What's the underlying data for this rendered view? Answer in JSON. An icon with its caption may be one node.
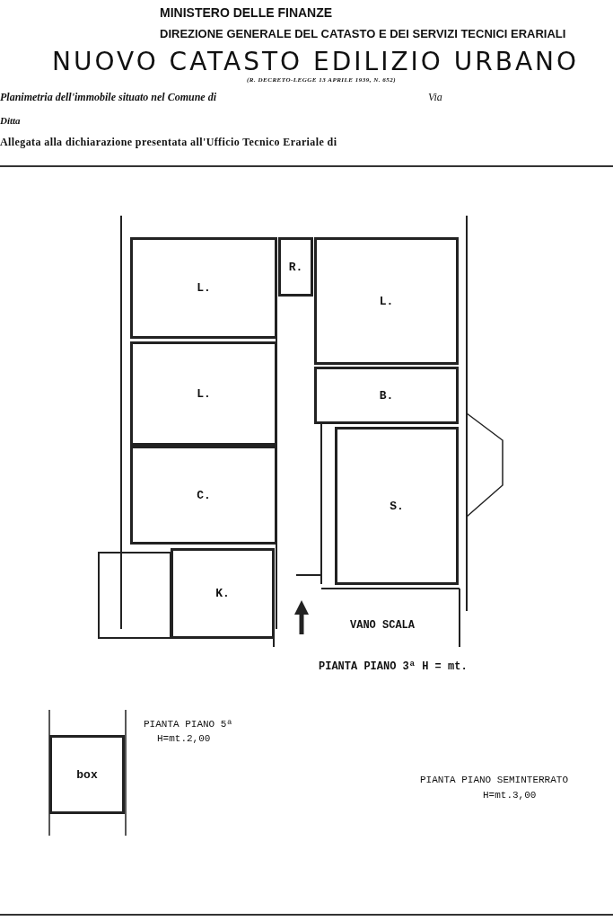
{
  "diagram": {
    "title": "NUOVO CATASTO EDILIZIO URBANO",
    "nodes": [
      {
        "text": [
          "L."
        ]
      },
      {
        "text": [
          "R."
        ]
      },
      {
        "text": [
          "L."
        ]
      },
      {
        "text": [
          "L."
        ]
      },
      {
        "text": [
          "B."
        ]
      },
      {
        "text": [
          "C."
        ]
      },
      {
        "text": [
          "S."
        ]
      },
      {
        "text": [
          "K."
        ]
      },
      {
        "text": [
          "box"
        ]
      }
    ],
    "labels": [
      "MINISTERO DELLE FINANZE",
      "DIREZIONE GENERALE DEL CATASTO E DEI SERVIZI TECNICI ERARIALI",
      "(R. DECRETO-LEGGE 13 APRILE 1939, N. 652)",
      "Planimetria dell'immobile situato nel Comune di",
      "Via",
      "Ditta",
      "Allegata alla dichiarazione presentata all'Ufficio Tecnico Erariale di",
      "VANO SCALA",
      "PIANTA PIANO 3ª H = mt.",
      "PIANTA PIANO 5ª",
      "H=mt.2,00",
      "PIANTA PIANO SEMINTERRATO",
      "H=mt.3,00"
    ]
  }
}
